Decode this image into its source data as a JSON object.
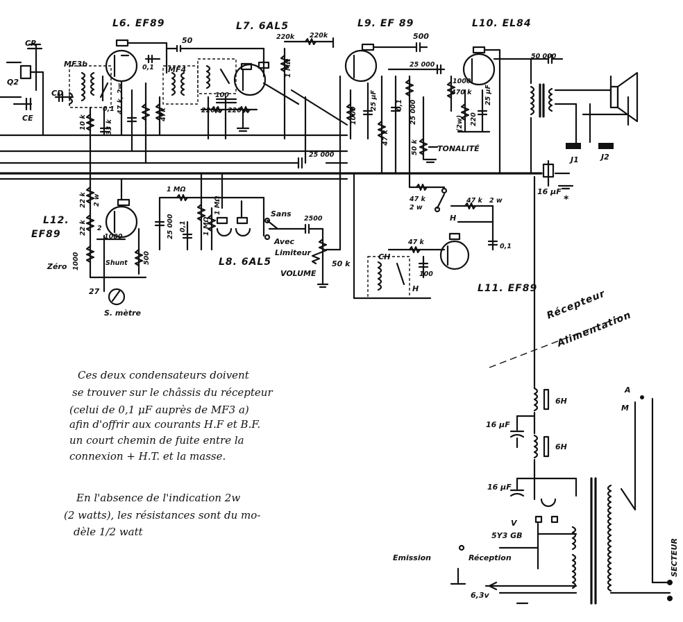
{
  "tubes": {
    "l6": "L6. EF89",
    "l7": "L7. 6AL5",
    "l9": "L9. EF 89",
    "l10": "L10. EL84",
    "l12a": "L12.",
    "l12b": "EF89",
    "l8": "L8. 6AL5",
    "l11": "L11. EF89",
    "rectifier": "5Y3 GB",
    "mf3b": "MF3b",
    "mf4": "MF4"
  },
  "labels": {
    "cr": "CR",
    "q2": "Q2",
    "cd": "CD",
    "ce": "CE",
    "tonalite": "TONALITÉ",
    "j1": "J1",
    "j2": "J2",
    "sans": "Sans",
    "avec": "Avec",
    "limiteur": "Limiteur",
    "volume": "VOLUME",
    "zero": "Zéro",
    "shunt": "Shunt",
    "s_metre": "S. mètre",
    "ch": "CH",
    "h1": "H",
    "h2": "H",
    "recepteur": "Récepteur",
    "alimentation": "Alimentation",
    "secteur": "SECTEUR",
    "emission": "Emission",
    "reception": "Réception",
    "v": "V",
    "a": "A",
    "m": "M",
    "v63": "6,3v",
    "star": "*"
  },
  "values": {
    "c50": "50",
    "c500": "500",
    "r220k_a": "220k",
    "r220k_b": "220k",
    "c25000_top": "25 000",
    "c50000": "50 000",
    "r1000": "1000",
    "r470": "470 k",
    "c100": "100",
    "r220k_c": "220k",
    "r220k_d": "220 k",
    "c01_a": "0,1",
    "c01_b": "0,1",
    "r47k_2w": "47 k, 2w",
    "r47k_a": "47k",
    "r10k": "10 k",
    "r33": "33 k",
    "r1m": "1 MΩ",
    "c25uf_a": "25 μF",
    "c25uf_b": "25 μF",
    "r1000b": "1000",
    "r47ka": "47 k",
    "c01_c": "0,1",
    "c25000_mid": "25 000",
    "r50k_ton": "50 k",
    "c25000_bus": "25 000",
    "c16uf_top": "16 μF",
    "r47k_2w_b": "47 k",
    "w2": "2 w",
    "r47k_c": "47 k",
    "w2b": "2 w",
    "c01_d": "0,1",
    "r22k_a": "22 k",
    "r2w": "2 w",
    "r22k_b": "22 k",
    "r2": "2",
    "c1000": "1000",
    "r1000c": "1000",
    "r500": "500",
    "c25000_low": "25 000",
    "c01_e": "0,1",
    "r1ma": "1 MΩ",
    "r1mb": "1 MΩ",
    "r1mc": "1 MΩ",
    "c2500": "2500",
    "r50k_vol": "50 k",
    "r27": "27",
    "r47k_l11": "47 k",
    "c100b": "100",
    "c16uf_a": "16 μF",
    "c16uf_b": "16 μF",
    "l6h_a": "6H",
    "l6h_b": "6H",
    "r220": "220",
    "w2c": "(2w)"
  },
  "notes": {
    "note1_l1": "Ces deux condensateurs doivent",
    "note1_l2": "se trouver sur le châssis du récepteur",
    "note1_l3": "(celui de 0,1 μF auprès de MF3 a)",
    "note1_l4": "afin d'offrir aux courants H.F et B.F.",
    "note1_l5": "un court chemin de fuite entre la",
    "note1_l6": "connexion + H.T. et la masse.",
    "note2_l1": "En l'absence de l'indication 2w",
    "note2_l2": "(2 watts), les résistances sont du mo-",
    "note2_l3": "dèle 1/2 watt"
  }
}
